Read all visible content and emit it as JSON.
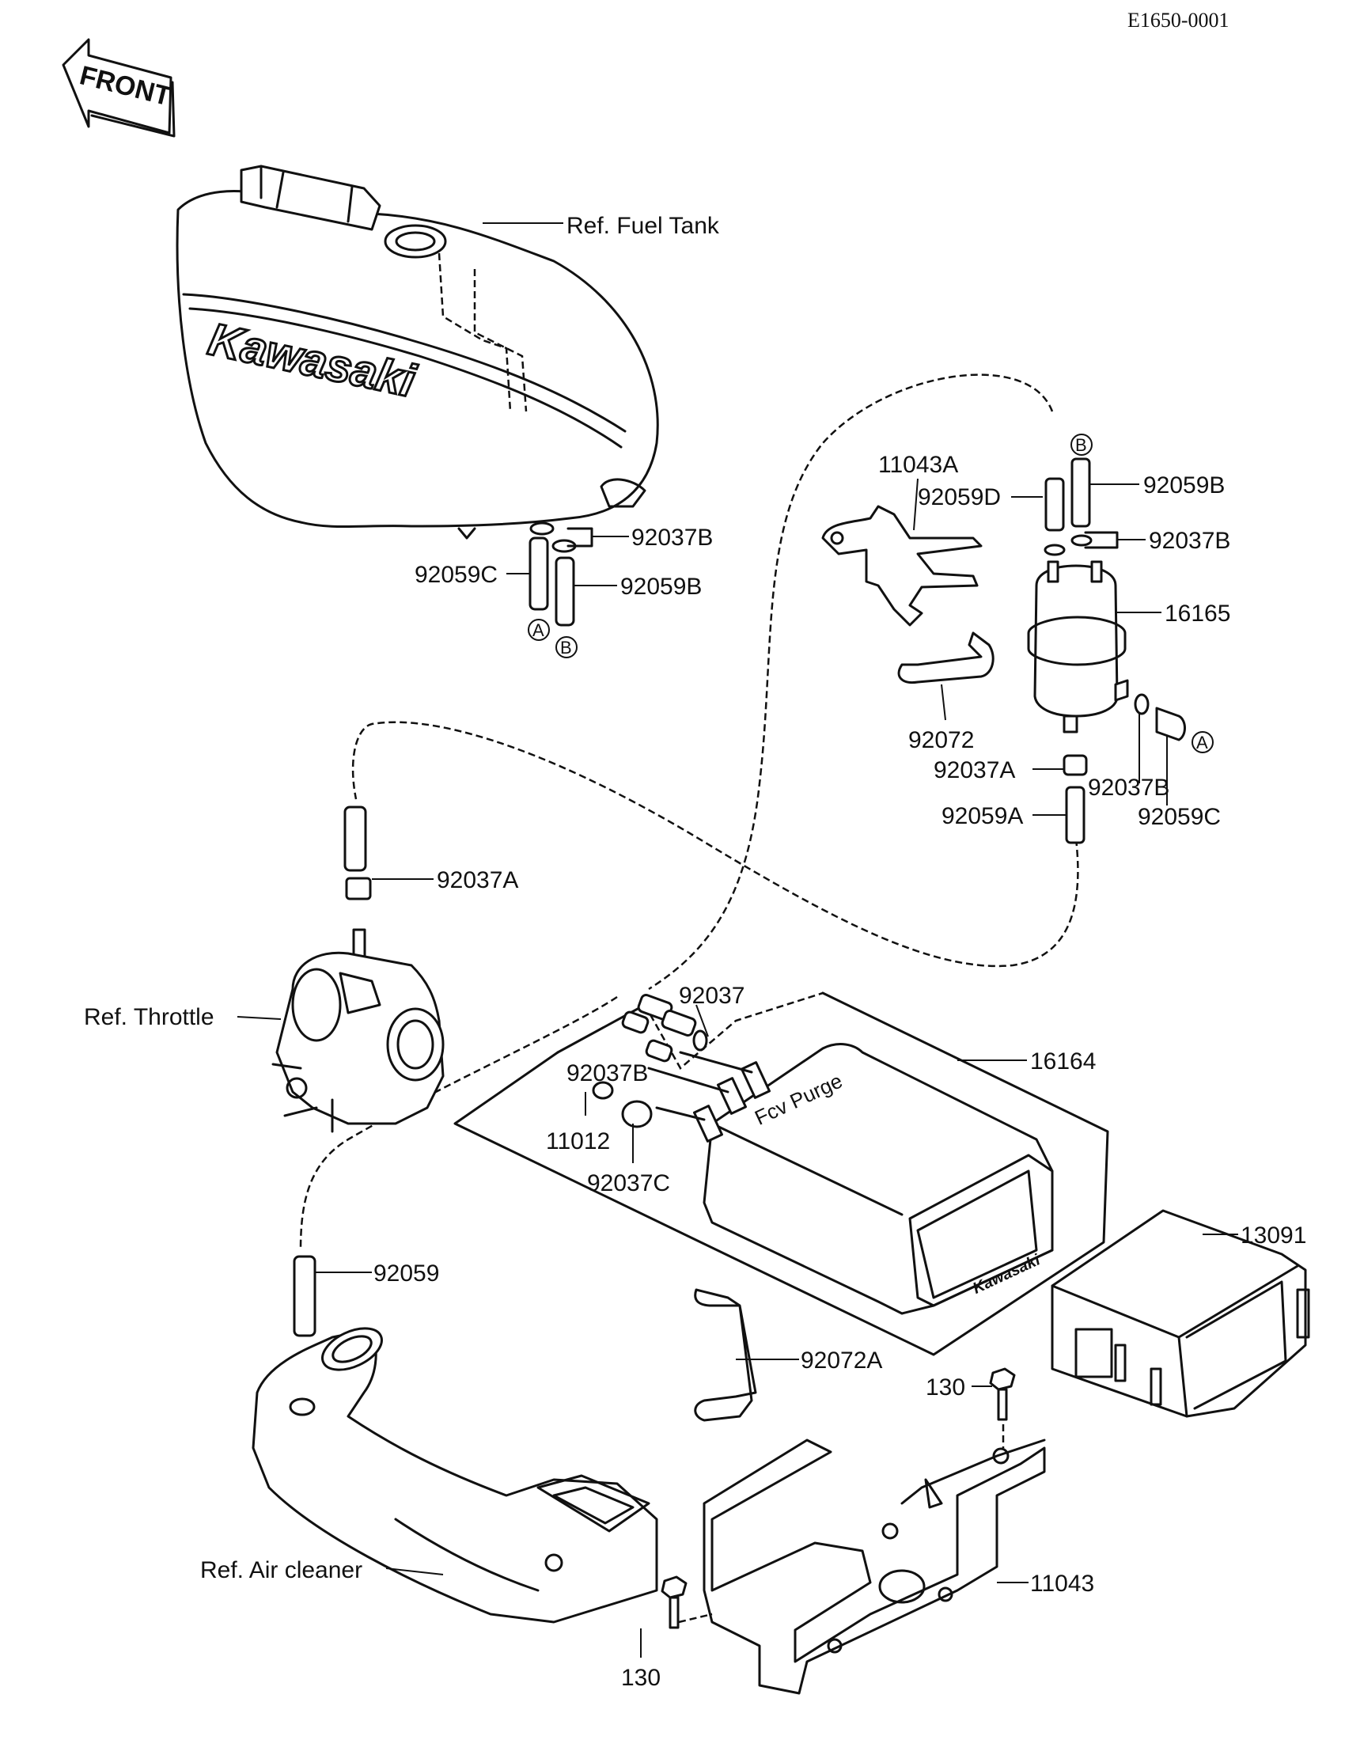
{
  "doc_code": "E1650-0001",
  "front_label": "FRONT",
  "brand_tank": "Kawasaki",
  "brand_canister": "Kawasaki",
  "canister_text": "Fcv Purge",
  "labels": {
    "ref_fuel_tank": "Ref. Fuel Tank",
    "ref_throttle": "Ref. Throttle",
    "ref_air_cleaner": "Ref. Air cleaner",
    "p11043A": "11043A",
    "p92059D": "92059D",
    "p92059B_top": "92059B",
    "p92037B_top": "92037B",
    "p16165": "16165",
    "p92072": "92072",
    "p92037A_filter": "92037A",
    "p92037B_filter": "92037B",
    "p92059A": "92059A",
    "p92059C_filter": "92059C",
    "p92037B_tank": "92037B",
    "p92059C_tank": "92059C",
    "p92059B_tank": "92059B",
    "p92037A_throttle": "92037A",
    "p92037": "92037",
    "p16164": "16164",
    "p92037B_canister": "92037B",
    "p11012": "11012",
    "p92037C": "92037C",
    "p13091": "13091",
    "p92059": "92059",
    "p92072A": "92072A",
    "p130_top": "130",
    "p11043": "11043",
    "p130_bottom": "130"
  },
  "circle_marks": {
    "a_tank": "A",
    "b_tank": "B",
    "b_filter": "B",
    "a_filter": "A"
  }
}
